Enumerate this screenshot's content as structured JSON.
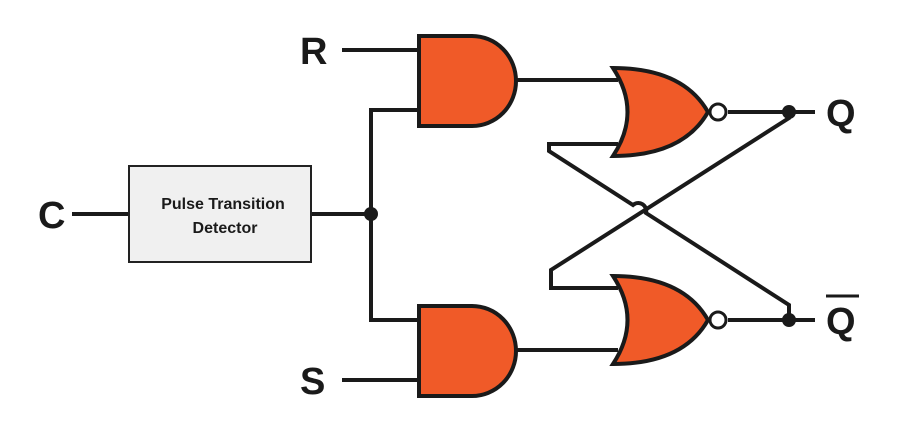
{
  "colors": {
    "gate_fill": "#f05a28",
    "wire": "#1a1a1a",
    "box_fill": "#f0f0f0"
  },
  "labels": {
    "input_c": "C",
    "input_r": "R",
    "input_s": "S",
    "output_q": "Q",
    "output_q_bar": "Q"
  },
  "detector": {
    "line1": "Pulse Transition",
    "line2": "Detector"
  },
  "components": {
    "and_gates": [
      "and-gate-r",
      "and-gate-s"
    ],
    "nor_gates": [
      "nor-gate-top",
      "nor-gate-bottom"
    ]
  }
}
